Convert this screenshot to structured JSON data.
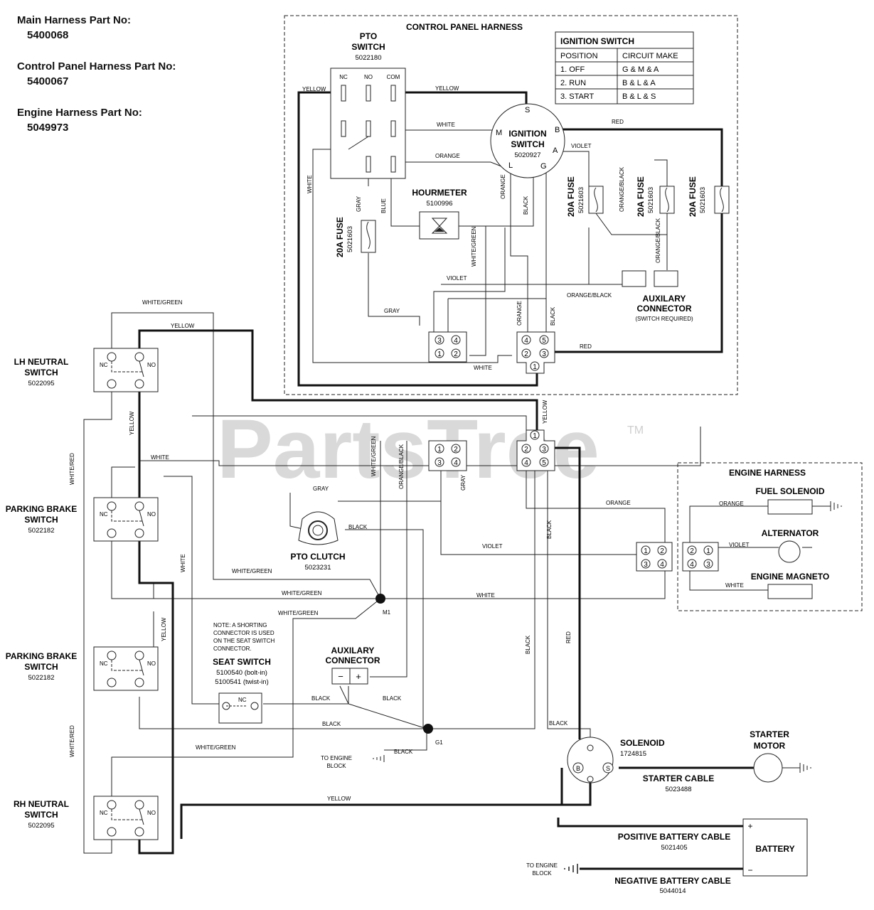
{
  "header": {
    "main_label": "Main Harness Part No:",
    "main_no": "5400068",
    "control_label": "Control Panel Harness Part No:",
    "control_no": "5400067",
    "engine_label": "Engine Harness Part No:",
    "engine_no": "5049973"
  },
  "control_panel": {
    "title": "CONTROL PANEL HARNESS",
    "pto_switch": {
      "name1": "PTO",
      "name2": "SWITCH",
      "part": "5022180",
      "nc": "NC",
      "no": "NO",
      "com": "COM"
    },
    "ignition": {
      "name1": "IGNITION",
      "name2": "SWITCH",
      "part": "5020927",
      "s": "S",
      "b": "B",
      "m": "M",
      "a": "A",
      "l": "L",
      "g": "G"
    },
    "hourmeter": {
      "name": "HOURMETER",
      "part": "5100996"
    },
    "fuse_label": "20A FUSE",
    "fuse_part": "5021603",
    "aux": {
      "name1": "AUXILARY",
      "name2": "CONNECTOR",
      "note": "(SWITCH REQUIRED)"
    }
  },
  "ignition_table": {
    "title": "IGNITION SWITCH",
    "col1": "POSITION",
    "col2": "CIRCUIT MAKE",
    "rows": [
      {
        "pos": "1. OFF",
        "make": "G & M & A"
      },
      {
        "pos": "2. RUN",
        "make": "B & L & A"
      },
      {
        "pos": "3. START",
        "make": "B & L & S"
      }
    ]
  },
  "wires": {
    "yellow": "YELLOW",
    "white": "WHITE",
    "orange": "ORANGE",
    "red": "RED",
    "violet": "VIOLET",
    "gray": "GRAY",
    "blue": "BLUE",
    "black": "BLACK",
    "white_green": "WHITE/GREEN",
    "orange_black": "ORANGE/BLACK",
    "white_red": "WHITE/RED"
  },
  "components": {
    "lh_neutral": {
      "name1": "LH NEUTRAL",
      "name2": "SWITCH",
      "part": "5022095"
    },
    "parking1": {
      "name1": "PARKING BRAKE",
      "name2": "SWITCH",
      "part": "5022182"
    },
    "parking2": {
      "name1": "PARKING BRAKE",
      "name2": "SWITCH",
      "part": "5022182"
    },
    "rh_neutral": {
      "name1": "RH NEUTRAL",
      "name2": "SWITCH",
      "part": "5022095"
    },
    "nc": "NC",
    "no": "NO",
    "pto_clutch": {
      "name": "PTO CLUTCH",
      "part": "5023231"
    },
    "seat_note": [
      "NOTE: A SHORTING",
      "CONNECTOR IS USED",
      "ON THE SEAT SWITCH",
      "CONNECTOR."
    ],
    "seat_switch": {
      "name": "SEAT SWITCH",
      "part1": "5100540 (bolt-in)",
      "part2": "5100541 (twist-in)"
    },
    "aux_connector": {
      "name1": "AUXILARY",
      "name2": "CONNECTOR",
      "minus": "−",
      "plus": "+"
    },
    "m1": "M1",
    "g1": "G1",
    "engine_block1": {
      "line1": "TO ENGINE",
      "line2": "BLOCK"
    },
    "engine_block2": {
      "line1": "TO ENGINE",
      "line2": "BLOCK"
    },
    "solenoid": {
      "name": "SOLENOID",
      "part": "1724815",
      "b": "B",
      "s": "S"
    },
    "starter_motor": {
      "name1": "STARTER",
      "name2": "MOTOR"
    },
    "starter_cable": {
      "name": "STARTER CABLE",
      "part": "5023488"
    },
    "pos_cable": {
      "name": "POSITIVE BATTERY CABLE",
      "part": "5021405"
    },
    "neg_cable": {
      "name": "NEGATIVE BATTERY CABLE",
      "part": "5044014"
    },
    "battery": {
      "name": "BATTERY",
      "plus": "+",
      "minus": "−"
    }
  },
  "engine_harness": {
    "title": "ENGINE HARNESS",
    "fuel": "FUEL SOLENOID",
    "alternator": "ALTERNATOR",
    "magneto": "ENGINE MAGNETO"
  },
  "watermark": {
    "text": "PartsTree",
    "tm": "TM"
  }
}
